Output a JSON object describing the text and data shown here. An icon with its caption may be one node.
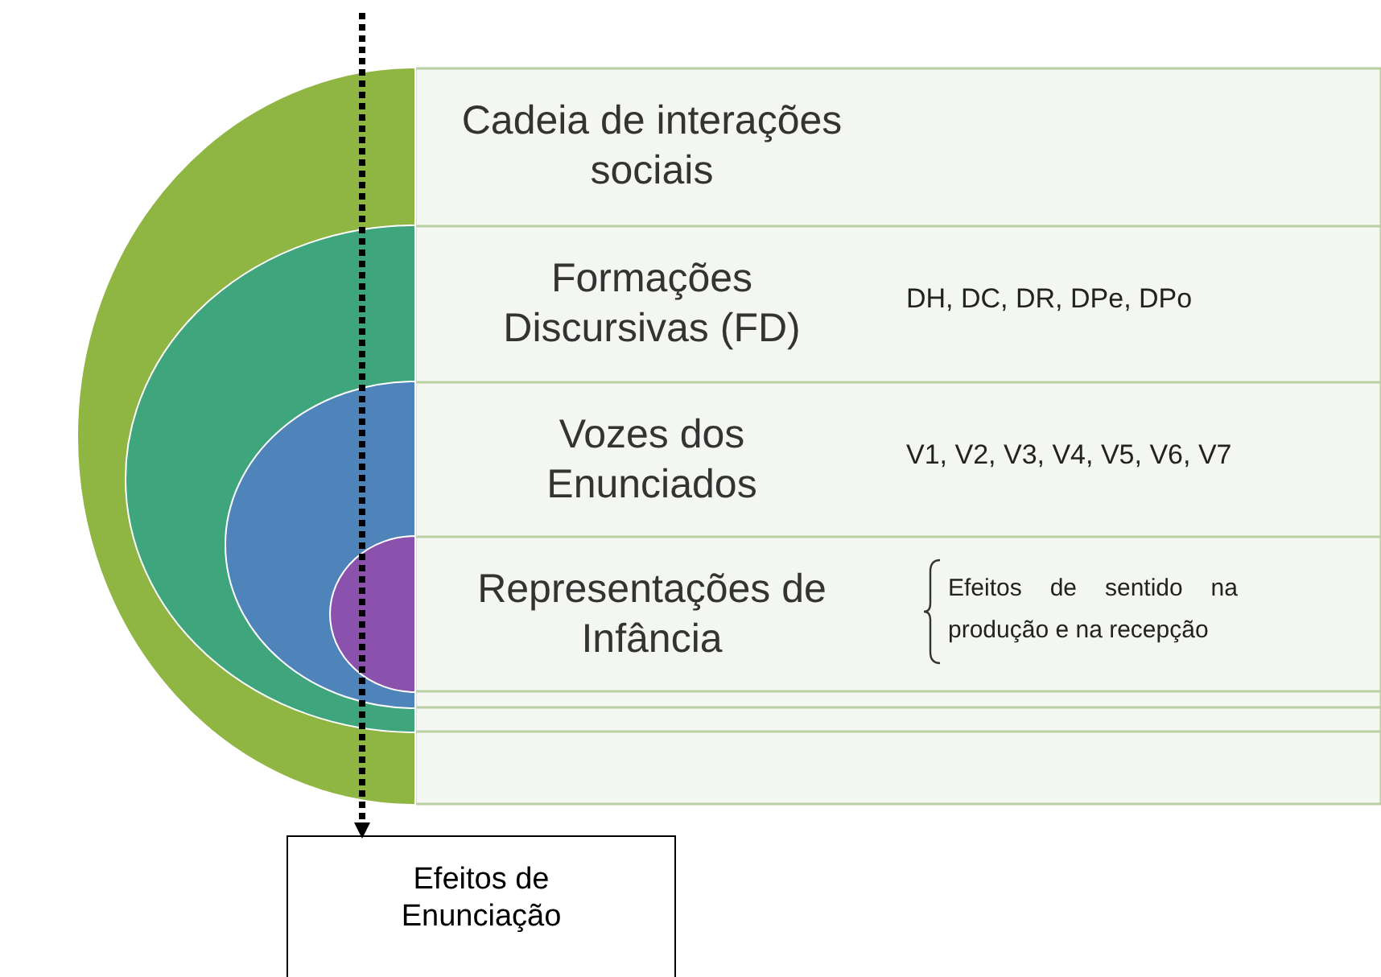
{
  "diagram": {
    "nodes": [
      {
        "text": [
          "Cadeia de interações sociais"
        ]
      },
      {
        "text": [
          "Formações Discursivas (FD)",
          "DH, DC, DR, DPe, DPo"
        ],
        "in": 0
      },
      {
        "text": [
          "Vozes dos Enunciados",
          "V1, V2, V3, V4, V5, V6, V7"
        ],
        "in": 1
      },
      {
        "text": [
          "Representações de Infância",
          "Efeitos de sentido na produção e na recepção"
        ],
        "in": 2
      },
      {
        "text": [
          "Efeitos de Enunciação"
        ]
      }
    ],
    "edges": [
      {
        "from": null,
        "to": 4,
        "arrow": "to",
        "style": "dashed"
      }
    ]
  }
}
